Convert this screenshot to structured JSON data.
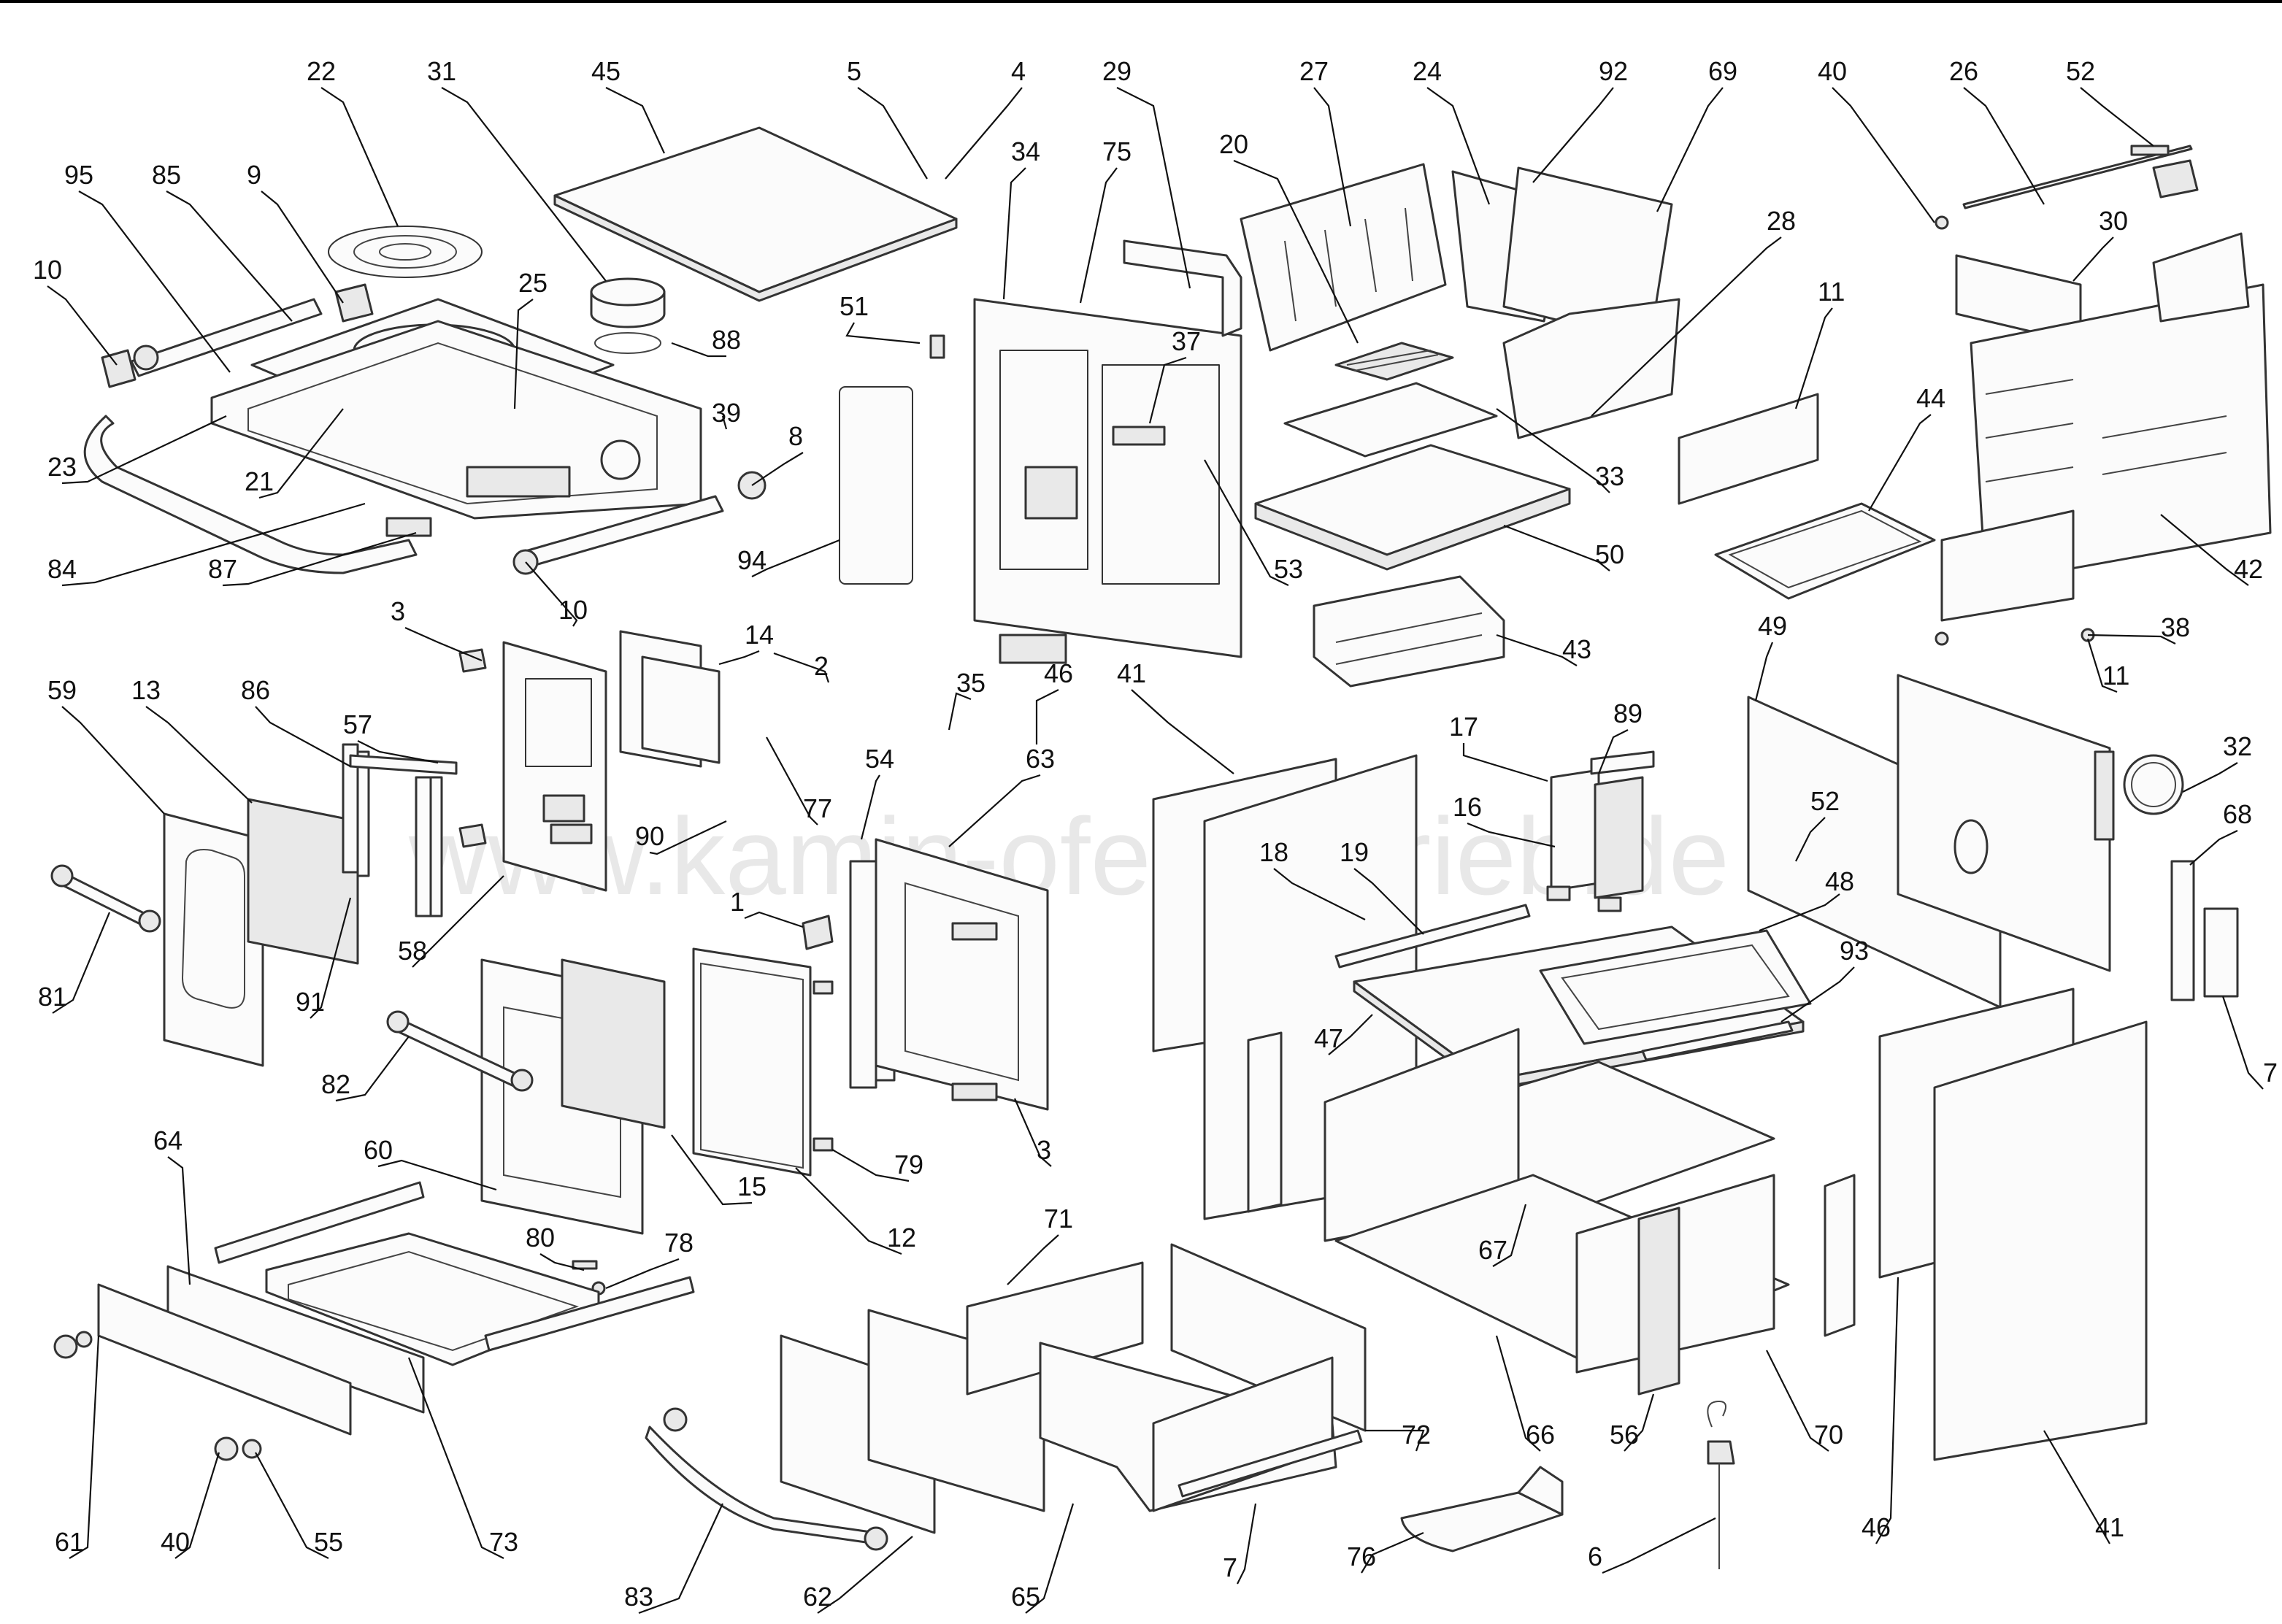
{
  "watermark": "www.kamin-ofenvertrieb.de",
  "labels": [
    "22",
    "31",
    "45",
    "5",
    "4",
    "29",
    "27",
    "24",
    "92",
    "69",
    "40",
    "26",
    "52",
    "30",
    "95",
    "85",
    "9",
    "34",
    "75",
    "20",
    "10",
    "25",
    "88",
    "51",
    "37",
    "28",
    "11",
    "44",
    "23",
    "39",
    "8",
    "21",
    "84",
    "87",
    "10",
    "94",
    "53",
    "33",
    "50",
    "42",
    "38",
    "3",
    "14",
    "35",
    "2",
    "43",
    "11",
    "59",
    "13",
    "86",
    "57",
    "46",
    "41",
    "17",
    "89",
    "77",
    "63",
    "90",
    "54",
    "49",
    "52",
    "32",
    "16",
    "18",
    "19",
    "48",
    "68",
    "81",
    "91",
    "58",
    "1",
    "93",
    "82",
    "47",
    "7",
    "60",
    "15",
    "12",
    "79",
    "3",
    "64",
    "80",
    "78",
    "67",
    "71",
    "73",
    "72",
    "66",
    "56",
    "70",
    "61",
    "40",
    "55",
    "76",
    "6",
    "46",
    "41",
    "83",
    "62",
    "65",
    "7"
  ]
}
